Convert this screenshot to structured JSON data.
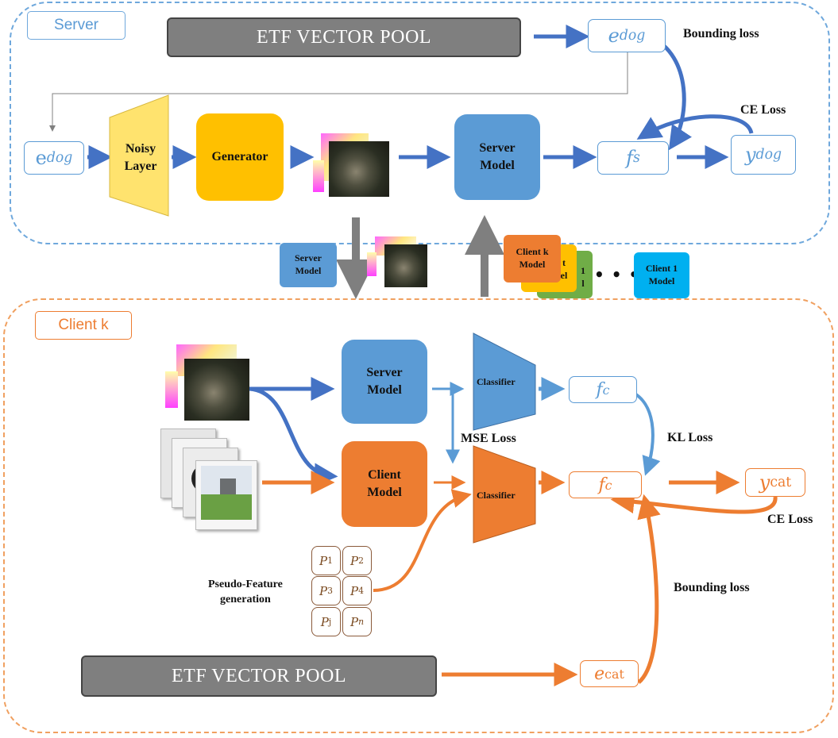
{
  "server": {
    "label": "Server",
    "pool": "ETF VECTOR POOL",
    "e_dog_top": {
      "base": "e",
      "sub": "dog"
    },
    "e_dog_left": {
      "base": "e",
      "sub": "dog"
    },
    "noisy_layer": "Noisy\nLayer",
    "generator": "Generator",
    "server_model": "Server\nModel",
    "f_s": {
      "base": "f",
      "sub": "s"
    },
    "y_dog": {
      "base": "y",
      "sub": "dog"
    },
    "bounding_loss": "Bounding loss",
    "ce_loss": "CE Loss"
  },
  "transfer": {
    "server_model_small": "Server\nModel",
    "client_k_model": "Client k\nModel",
    "client_stack_text_a": "t\nel",
    "client_stack_text_b": "1\nl",
    "ellipsis": "• • •",
    "client_1_model": "Client 1\nModel"
  },
  "client": {
    "label": "Client k",
    "server_model": "Server\nModel",
    "client_model": "Client\nModel",
    "classifier_top": "Classifier",
    "classifier_bottom": "Classifier",
    "f_c_top": {
      "base": "f",
      "sub": "c"
    },
    "f_c_bottom": {
      "base": "f",
      "sub": "c"
    },
    "y_cat": {
      "base": "y",
      "sub": "cat"
    },
    "e_cat": {
      "base": "e",
      "sub": "cat"
    },
    "mse_loss": "MSE Loss",
    "kl_loss": "KL Loss",
    "ce_loss": "CE Loss",
    "bounding_loss": "Bounding loss",
    "pseudo_feature": "Pseudo-Feature\ngeneration",
    "pool": "ETF VECTOR POOL",
    "p_cells": [
      {
        "base": "P",
        "sub": "1"
      },
      {
        "base": "P",
        "sub": "2"
      },
      {
        "base": "P",
        "sub": "3"
      },
      {
        "base": "P",
        "sub": "4"
      },
      {
        "base": "P",
        "sub": "j"
      },
      {
        "base": "P",
        "sub": "n"
      }
    ]
  },
  "colors": {
    "server_blue": "#5b9bd5",
    "arrow_blue": "#4472c4",
    "client_orange": "#ed7d31",
    "generator_yellow": "#ffc000",
    "noisy_yellow": "#ffe36e",
    "client1_cyan": "#00b0f0",
    "client_green": "#70ad47",
    "pool_gray": "#7f7f7f"
  }
}
